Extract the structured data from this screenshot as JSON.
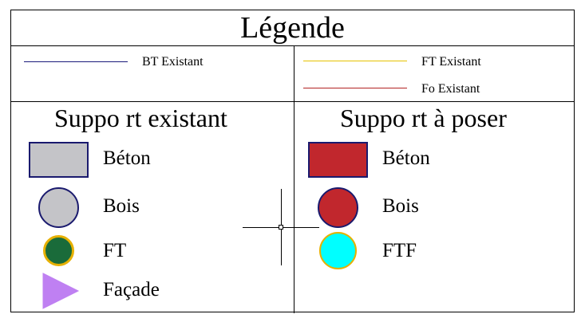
{
  "title": "Légende",
  "lines": [
    {
      "label": "BT Existant",
      "color": "#1a1a7a"
    },
    {
      "label": "FT Existant",
      "color": "#e6c200"
    },
    {
      "label": "Fo Existant",
      "color": "#b22222"
    }
  ],
  "existing": {
    "heading": "Suppo rt existant",
    "items": [
      {
        "label": "Béton",
        "icon": "grey-rectangle-icon",
        "fill": "#c4c4c8",
        "stroke": "#1a1a6e"
      },
      {
        "label": "Bois",
        "icon": "grey-circle-icon",
        "fill": "#c4c4c8",
        "stroke": "#1a1a6e"
      },
      {
        "label": "FT",
        "icon": "green-circle-icon",
        "fill": "#1a6b3a",
        "stroke": "#e6b000"
      },
      {
        "label": "Façade",
        "icon": "purple-triangle-icon",
        "fill": "#bf80f2",
        "stroke": "#bf80f2"
      }
    ]
  },
  "to_install": {
    "heading": "Suppo rt à poser",
    "items": [
      {
        "label": "Béton",
        "icon": "red-rectangle-icon",
        "fill": "#c1272d",
        "stroke": "#1a1a6e"
      },
      {
        "label": "Bois",
        "icon": "red-circle-icon",
        "fill": "#c1272d",
        "stroke": "#1a1a6e"
      },
      {
        "label": "FTF",
        "icon": "cyan-circle-icon",
        "fill": "#00ffff",
        "stroke": "#e6b000"
      }
    ]
  }
}
